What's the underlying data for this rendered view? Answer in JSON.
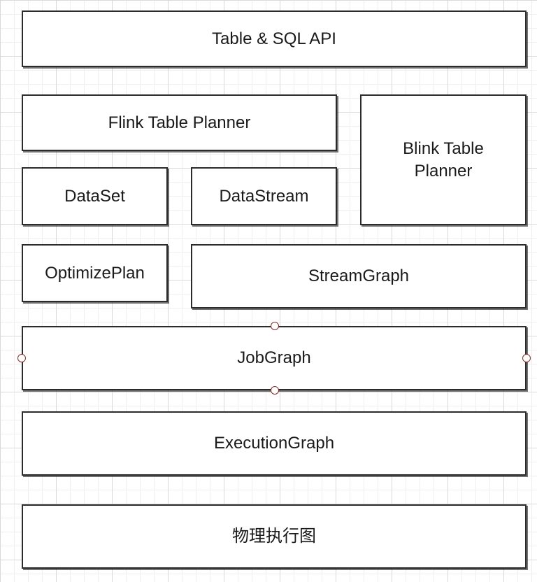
{
  "diagram": {
    "nodes": {
      "table_sql_api": "Table & SQL API",
      "flink_table_planner": "Flink Table Planner",
      "blink_table_planner": "Blink Table\nPlanner",
      "dataset": "DataSet",
      "datastream": "DataStream",
      "optimize_plan": "OptimizePlan",
      "stream_graph": "StreamGraph",
      "job_graph": "JobGraph",
      "execution_graph": "ExecutionGraph",
      "physical_execution_graph": "物理执行图"
    },
    "selected_node": "job_graph",
    "colors": {
      "border": "#2b2b2b",
      "handle_border": "#8b2a2a",
      "grid_major": "#d9d9d9",
      "grid_minor": "#efefef"
    }
  }
}
